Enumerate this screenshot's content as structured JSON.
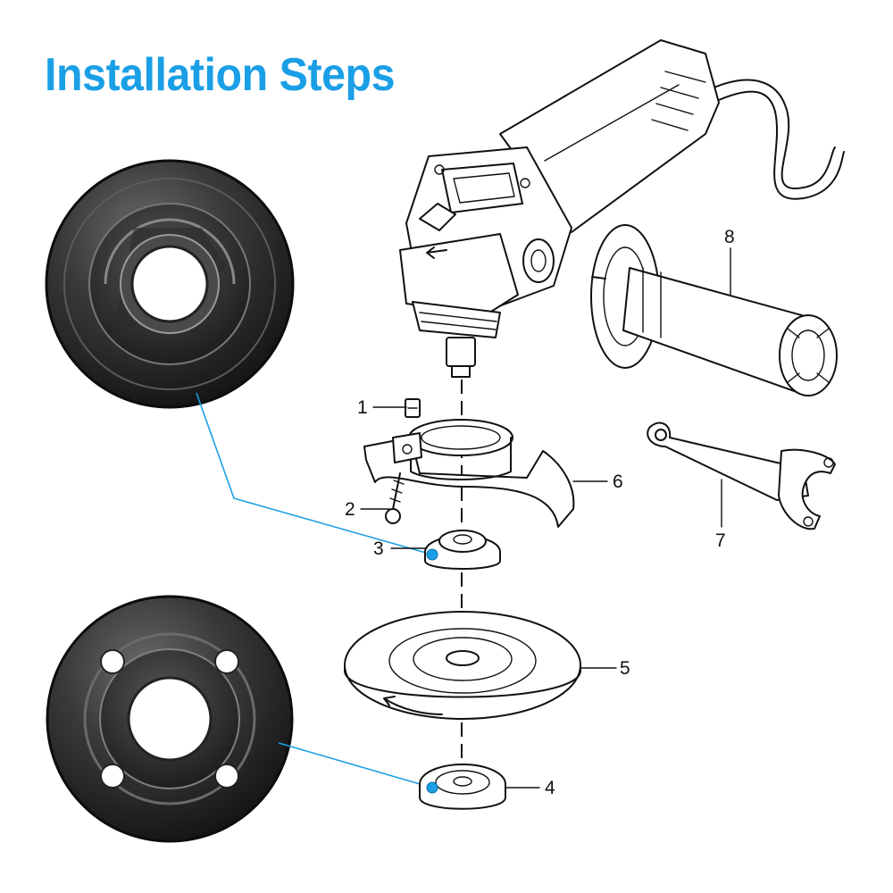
{
  "title": "Installation Steps",
  "accent_color": "#1a9fe6",
  "parts": [
    {
      "number": "1",
      "name": "guard-clamp-nut"
    },
    {
      "number": "2",
      "name": "guard-screw"
    },
    {
      "number": "3",
      "name": "inner-flange"
    },
    {
      "number": "4",
      "name": "outer-lock-nut"
    },
    {
      "number": "5",
      "name": "grinding-disc"
    },
    {
      "number": "6",
      "name": "wheel-guard"
    },
    {
      "number": "7",
      "name": "pin-spanner-wrench"
    },
    {
      "number": "8",
      "name": "side-handle"
    }
  ]
}
